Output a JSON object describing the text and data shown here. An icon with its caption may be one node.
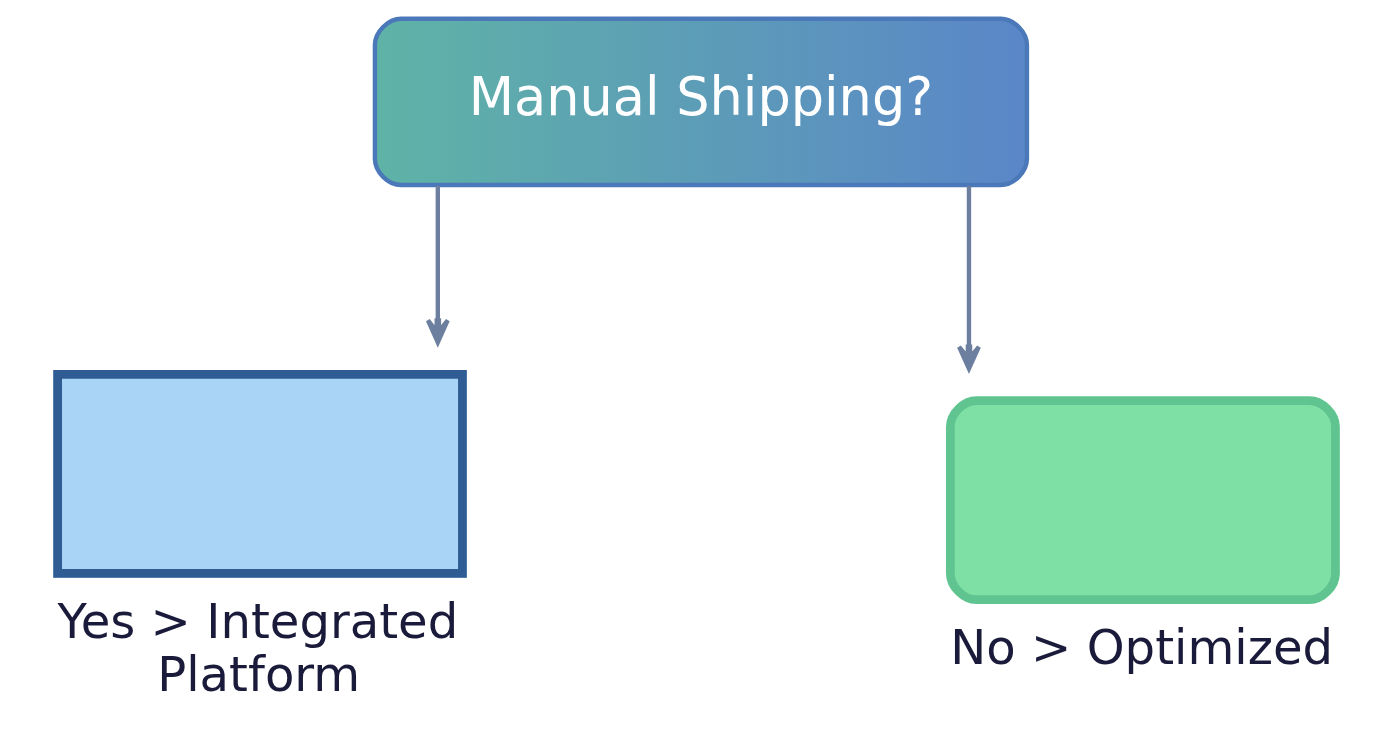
{
  "diagram": {
    "nodes": [
      {
        "text": [
          "Manual Shipping?"
        ]
      },
      {
        "text": [
          "Yes > Integrated Platform"
        ]
      },
      {
        "text": [
          "No > Optimized"
        ]
      }
    ],
    "edges": [
      {
        "from": 0,
        "to": 1,
        "arrow": "to"
      },
      {
        "from": 0,
        "to": 2,
        "arrow": "to"
      }
    ]
  }
}
